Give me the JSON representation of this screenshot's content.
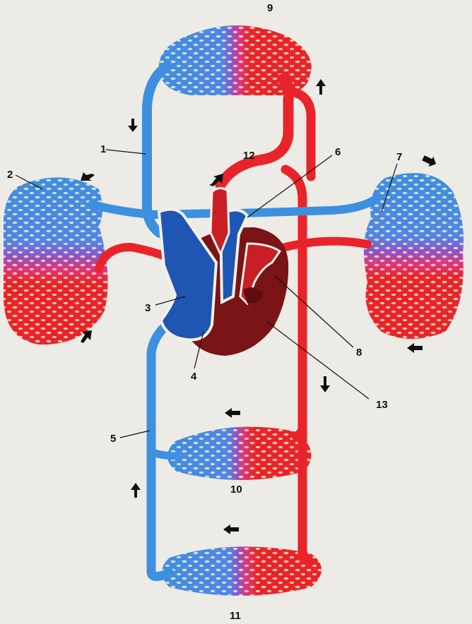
{
  "diagram": {
    "labels": [
      {
        "id": "1",
        "text": "1"
      },
      {
        "id": "2",
        "text": "2"
      },
      {
        "id": "3",
        "text": "3"
      },
      {
        "id": "4",
        "text": "4"
      },
      {
        "id": "5",
        "text": "5"
      },
      {
        "id": "6",
        "text": "6"
      },
      {
        "id": "7",
        "text": "7"
      },
      {
        "id": "8",
        "text": "8"
      },
      {
        "id": "9",
        "text": "9"
      },
      {
        "id": "10",
        "text": "10"
      },
      {
        "id": "11",
        "text": "11"
      },
      {
        "id": "12",
        "text": "12"
      },
      {
        "id": "13",
        "text": "13"
      }
    ],
    "colors": {
      "arterial": "#e8242a",
      "venous": "#3d8fe0",
      "heart": "#7a1416",
      "background": "#ecebe6"
    }
  }
}
